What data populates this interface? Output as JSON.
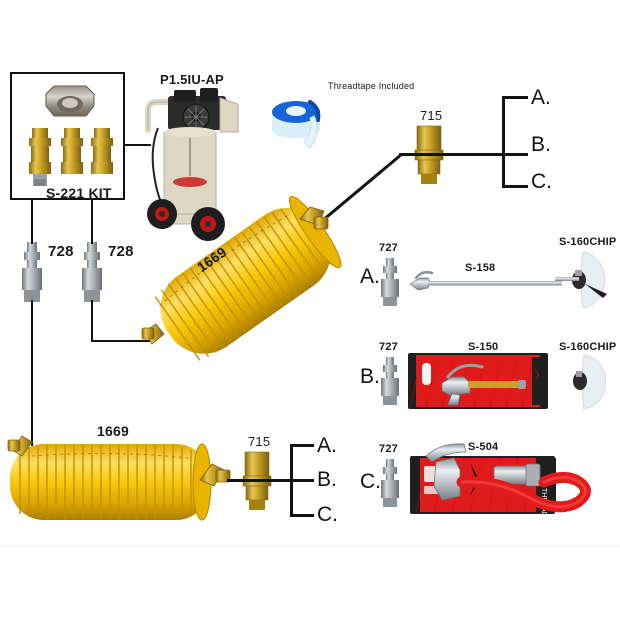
{
  "diagram": {
    "title": "Air compressor accessory kit exploded parts diagram",
    "background": "#ffffff",
    "line_color": "#111111",
    "brass_color": "#c9a227",
    "brass_dark": "#8a6a12",
    "steel_color": "#b9bdc2",
    "hose_yellow": "#f5c518",
    "hose_yellow_dark": "#c99a08",
    "package_red": "#e01b1b",
    "compressor_body": "#ded7c3",
    "tape_blue": "#1565d8",
    "tape_pale": "#cfe8f2"
  },
  "labels": {
    "kit": "S-221 KIT",
    "compressor": "P1.5IU-AP",
    "threadtape": "Threadtape Included",
    "plug_728_left": "728",
    "plug_728_right": "728",
    "hose_upper": "1669",
    "hose_lower": "1669",
    "coupler_715_upper": "715",
    "coupler_715_lower": "715",
    "branch_a": "A.",
    "branch_b": "B.",
    "branch_c": "C."
  },
  "options": [
    {
      "key": "A.",
      "plug": "727",
      "tool": "S-158",
      "accessory": "S-160CHIP",
      "tool_kind": "long-chrome-blow-wand",
      "accessory_kind": "chip-guard-shield"
    },
    {
      "key": "B.",
      "plug": "727",
      "tool": "S-150",
      "accessory": "S-160CHIP",
      "tool_kind": "packaged-blow-gun",
      "accessory_kind": "chip-guard-shield"
    },
    {
      "key": "C.",
      "plug": "727",
      "tool": "S-504",
      "accessory": "",
      "tool_kind": "packaged-tire-inflator",
      "accessory_kind": ""
    }
  ],
  "kit_contents": {
    "coupler_label": "steel-quick-coupler",
    "fitting_count": 3
  }
}
